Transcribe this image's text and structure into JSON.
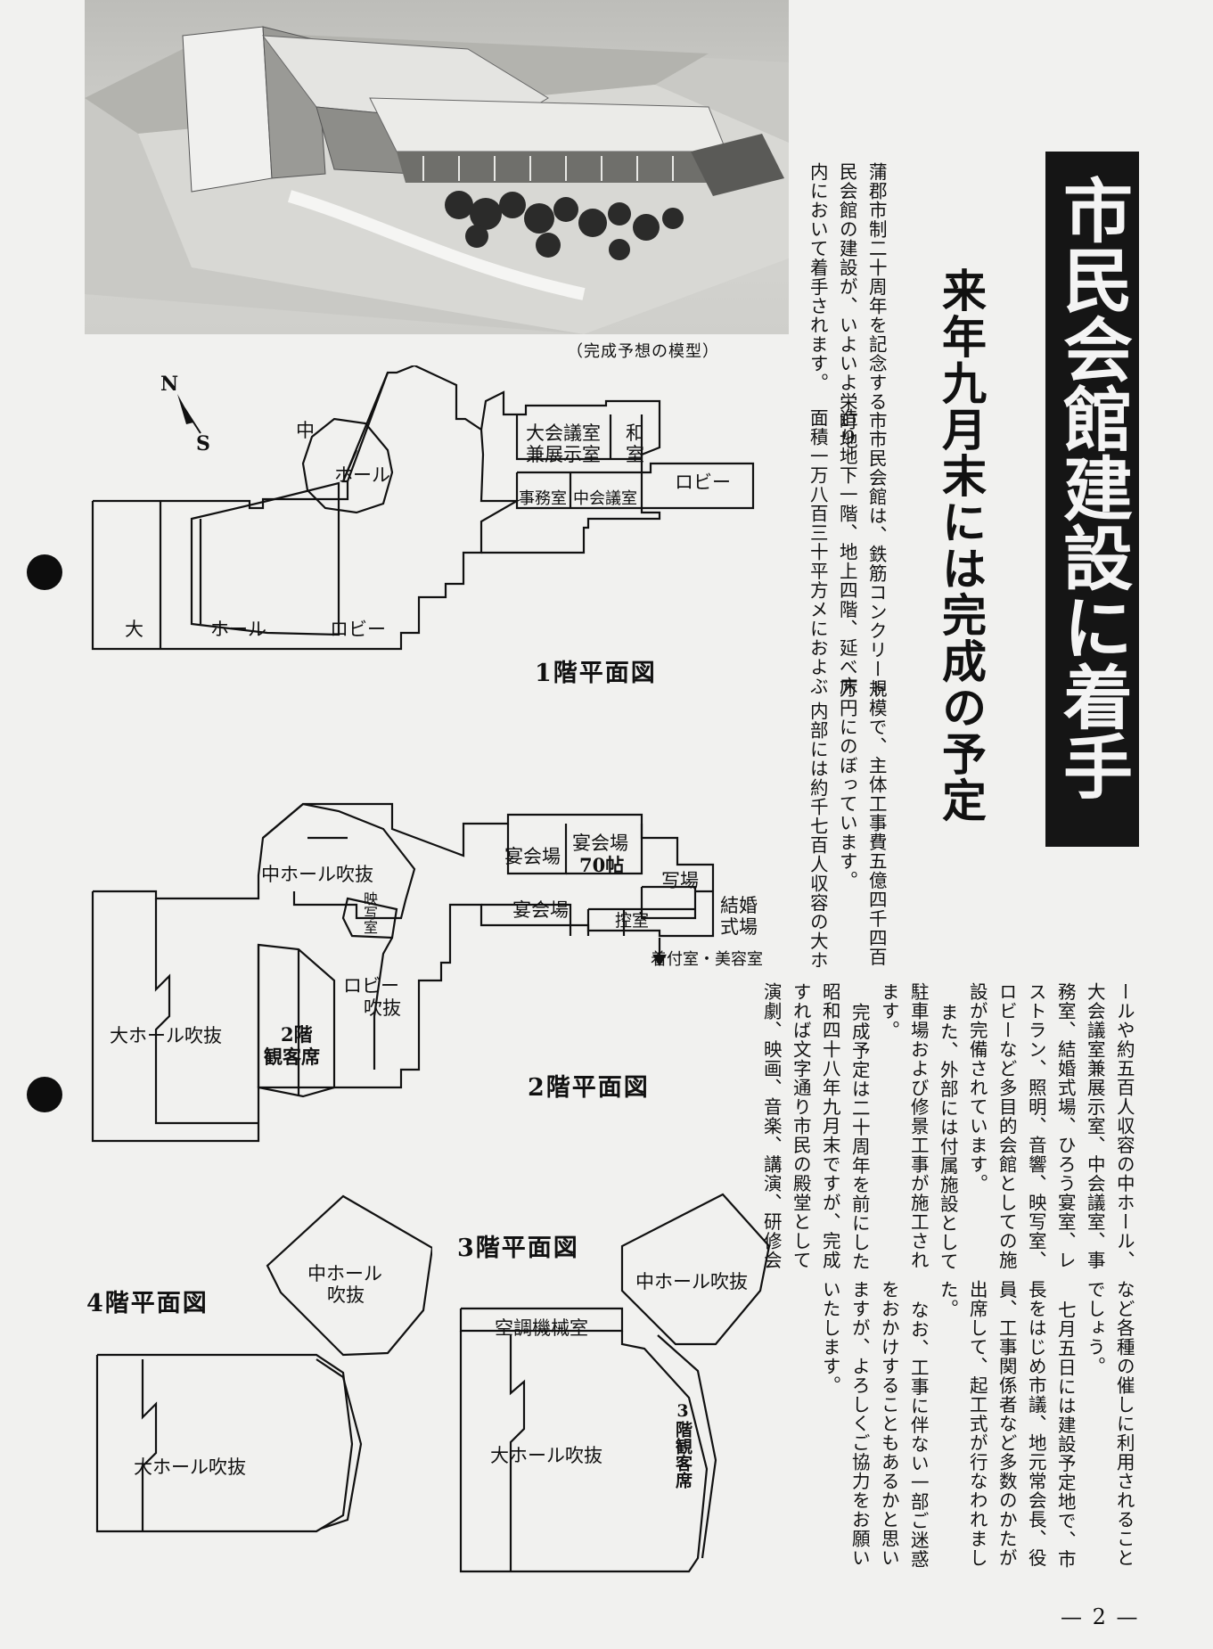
{
  "photo": {
    "caption": "（完成予想の模型）"
  },
  "headline": "市民会館建設に着手",
  "subheadline": "来年九月末には完成の予定",
  "body": {
    "col1": "蒲郡市制二十周年を記念する市",
    "col2": "民会館の建設が、いよいよ栄町地",
    "col3": "内において着手されます。",
    "col4": "市民会館は、鉄筋コンクリート",
    "col5": "造り地下一階、地上四階、延べ床",
    "col6": "面積一万八百三十平方メにおよぶ",
    "col7": "規模で、主体工事費五億四千四百",
    "col8": "万円にのぼっています。",
    "col9": "内部には約千七百人収容の大ホ",
    "col10": "ールや約五百人収容の中ホール、",
    "col11": "大会議室兼展示室、中会議室、事",
    "col12": "務室、結婚式場、ひろう宴室、レ",
    "col13": "ストラン、照明、音響、映写室、",
    "col14": "ロビーなど多目的会館としての施",
    "col15": "設が完備されています。",
    "col16": "また、外部には付属施設として",
    "col17": "駐車場および修景工事が施工され",
    "col18": "ます。",
    "col19": "完成予定は二十周年を前にした",
    "col20": "昭和四十八年九月末ですが、完成",
    "col21": "すれば文字通り市民の殿堂として",
    "col22": "演劇、映画、音楽、講演、研修会",
    "col23": "など各種の催しに利用されること",
    "col24": "でしょう。",
    "col25": "七月五日には建設予定地で、市",
    "col26": "長をはじめ市議、地元常会長、役",
    "col27": "員、工事関係者など多数のかたが",
    "col28": "出席して、起工式が行なわれまし",
    "col29": "た。",
    "col30": "なお、工事に伴ない一部ご迷惑",
    "col31": "をおかけすることもあるかと思い",
    "col32": "ますが、よろしくご協力をお願い",
    "col33": "いたします。"
  },
  "compass": {
    "north": "N",
    "south": "S"
  },
  "plans": {
    "floor1": {
      "title": "1階平面図",
      "rooms": {
        "naka": "中",
        "hall_small": "ホール",
        "conf_large_1": "大会議室",
        "conf_large_2": "兼展示室",
        "washitsu_1": "和",
        "washitsu_2": "室",
        "lobby_right": "ロビー",
        "office": "事務室",
        "conf_mid": "中会議室",
        "dai": "大",
        "hall_big": "ホール",
        "lobby_main": "ロビー"
      }
    },
    "floor2": {
      "title": "2階平面図",
      "rooms": {
        "naka_fukinuke": "中ホール吹抜",
        "eisha": "映写室",
        "banquet_1": "宴会場",
        "banquet_2a": "宴会場",
        "banquet_2b": "70帖",
        "photo": "写場",
        "banquet_3": "宴会場",
        "hikae": "控室",
        "wedding_1": "結婚",
        "wedding_2": "式場",
        "dressing": "着付室・美容室",
        "lobby_fk_1": "ロビー",
        "lobby_fk_2": "吹抜",
        "dai_fukinuke": "大ホール吹抜",
        "seats_1": "2階",
        "seats_2": "観客席"
      }
    },
    "floor3": {
      "title": "3階平面図",
      "rooms": {
        "naka_fukinuke": "中ホール吹抜",
        "aircon": "空調機械室",
        "dai_fukinuke": "大ホール吹抜",
        "seats": "3階観客席"
      }
    },
    "floor4": {
      "title": "4階平面図",
      "rooms": {
        "naka_fk_1": "中ホール",
        "naka_fk_2": "吹抜",
        "dai_fukinuke": "大ホール吹抜"
      }
    }
  },
  "page_number": "— 2 —"
}
